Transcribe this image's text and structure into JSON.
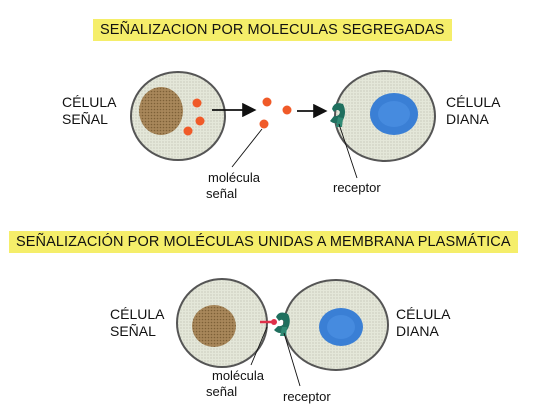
{
  "section_1": {
    "title": "SEÑALIZACION POR MOLECULAS SEGREGADAS",
    "signal_cell": {
      "line1": "CÉLULA",
      "line2": "SEÑAL"
    },
    "target_cell": {
      "line1": "CÉLULA",
      "line2": "DIANA"
    },
    "molecule_label": {
      "line1": "molécula",
      "line2": "señal"
    },
    "receptor_label": "receptor"
  },
  "section_2": {
    "title": "SEÑALIZACIÓN POR MOLÉCULAS UNIDAS A MEMBRANA PLASMÁTICA",
    "signal_cell": {
      "line1": "CÉLULA",
      "line2": "SEÑAL"
    },
    "target_cell": {
      "line1": "CÉLULA",
      "line2": "DIANA"
    },
    "molecule_label": {
      "line1": "molécula",
      "line2": "señal"
    },
    "receptor_label": "receptor"
  },
  "colors": {
    "title_bg": "#f5ee6a",
    "cytoplasm": "#e3e6d8",
    "membrane": "#555555",
    "signal_nucleus": "#a8875a",
    "target_nucleus": "#3a7fd5",
    "signal_molecule": "#f05a28",
    "receptor": "#1f6f5e",
    "bound_signal": "#e0304a"
  }
}
